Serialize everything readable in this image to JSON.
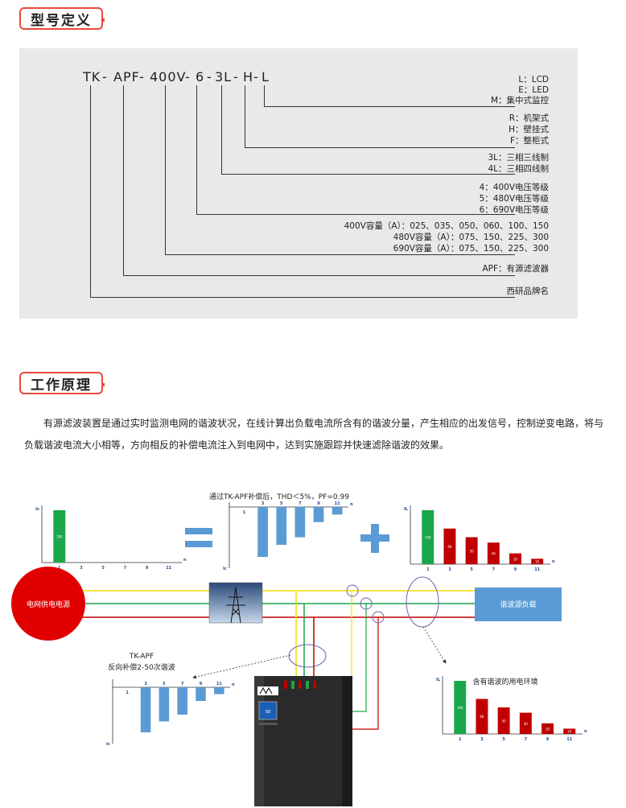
{
  "section1": {
    "title": "型号定义"
  },
  "model_code": {
    "parts": [
      "TK",
      "APF",
      "400V",
      "6",
      "3L",
      "H",
      "L"
    ],
    "sep": "-"
  },
  "options": {
    "display": [
      "L：LCD",
      "E：LED",
      "M：集中式监控"
    ],
    "install": [
      "R：机架式",
      "H：壁挂式",
      "F：整柜式"
    ],
    "wiring": [
      "3L：三相三线制",
      "4L：三相四线制"
    ],
    "voltage": [
      "4：400V电压等级",
      "5：480V电压等级",
      "6：690V电压等级"
    ],
    "capacity": [
      "400V容量（A）：025、035、050、060、100、150",
      "480V容量（A）：075、150、225、300",
      "690V容量（A）：075、150、225、300"
    ],
    "product": "APF：有源滤波器",
    "brand": "西研品牌名"
  },
  "section2": {
    "title": "工作原理"
  },
  "intro": "有源滤波装置是通过实时监测电网的谐波状况，在线计算出负载电流所含有的谐波分量，产生相应的出发信号，控制逆变电路，将与负载谐波电流大小相等，方向相反的补偿电流注入到电网中，达到实施跟踪并快速滤除谐波的效果。",
  "diagram": {
    "after_label": "通过TK-APF补偿后，THD＜5%，PF=0.99",
    "source_label": "电网供电电源",
    "load_label": "谐波源负载",
    "apf_label_1": "TK-APF",
    "apf_label_2": "反向补偿2-50次谐波",
    "env_label": "含有谐波的用电环境",
    "device_screen": "58",
    "axis_is": "Is",
    "axis_ic": "Ic",
    "axis_il": "IL",
    "axis_n": "n",
    "orders": [
      "1",
      "3",
      "5",
      "7",
      "9",
      "11"
    ],
    "bar_labels": [
      "100",
      "66",
      "50",
      "40",
      "20",
      "10"
    ],
    "colors": {
      "red": "#c00000",
      "green": "#1aa64a",
      "blue": "#5b9bd5",
      "yellow": "#f5e000",
      "purple": "#7a5ca8",
      "load": "#5b9bd5"
    }
  },
  "chart_data": [
    {
      "type": "bar",
      "title": "",
      "categories": [
        "1",
        "3",
        "5",
        "7",
        "9",
        "11"
      ],
      "values": [
        100,
        0,
        0,
        0,
        0,
        0
      ],
      "ylabel": "Is",
      "xlabel": "n"
    },
    {
      "type": "bar",
      "title": "",
      "categories": [
        "1",
        "3",
        "5",
        "7",
        "9",
        "11"
      ],
      "values": [
        0,
        -66,
        -50,
        -40,
        -20,
        -10
      ],
      "ylabel": "Ic",
      "xlabel": "n"
    },
    {
      "type": "bar",
      "title": "",
      "categories": [
        "1",
        "3",
        "5",
        "7",
        "9",
        "11"
      ],
      "values": [
        100,
        66,
        50,
        40,
        20,
        10
      ],
      "ylabel": "IL",
      "xlabel": "n"
    },
    {
      "type": "bar",
      "title": "",
      "categories": [
        "1",
        "3",
        "5",
        "7",
        "9",
        "11"
      ],
      "values": [
        0,
        -66,
        -50,
        -40,
        -20,
        -10
      ],
      "ylabel": "Ic",
      "xlabel": "n"
    },
    {
      "type": "bar",
      "title": "含有谐波的用电环境",
      "categories": [
        "1",
        "3",
        "5",
        "7",
        "9",
        "11"
      ],
      "values": [
        100,
        66,
        50,
        40,
        20,
        10
      ],
      "ylabel": "IL",
      "xlabel": "n"
    }
  ]
}
